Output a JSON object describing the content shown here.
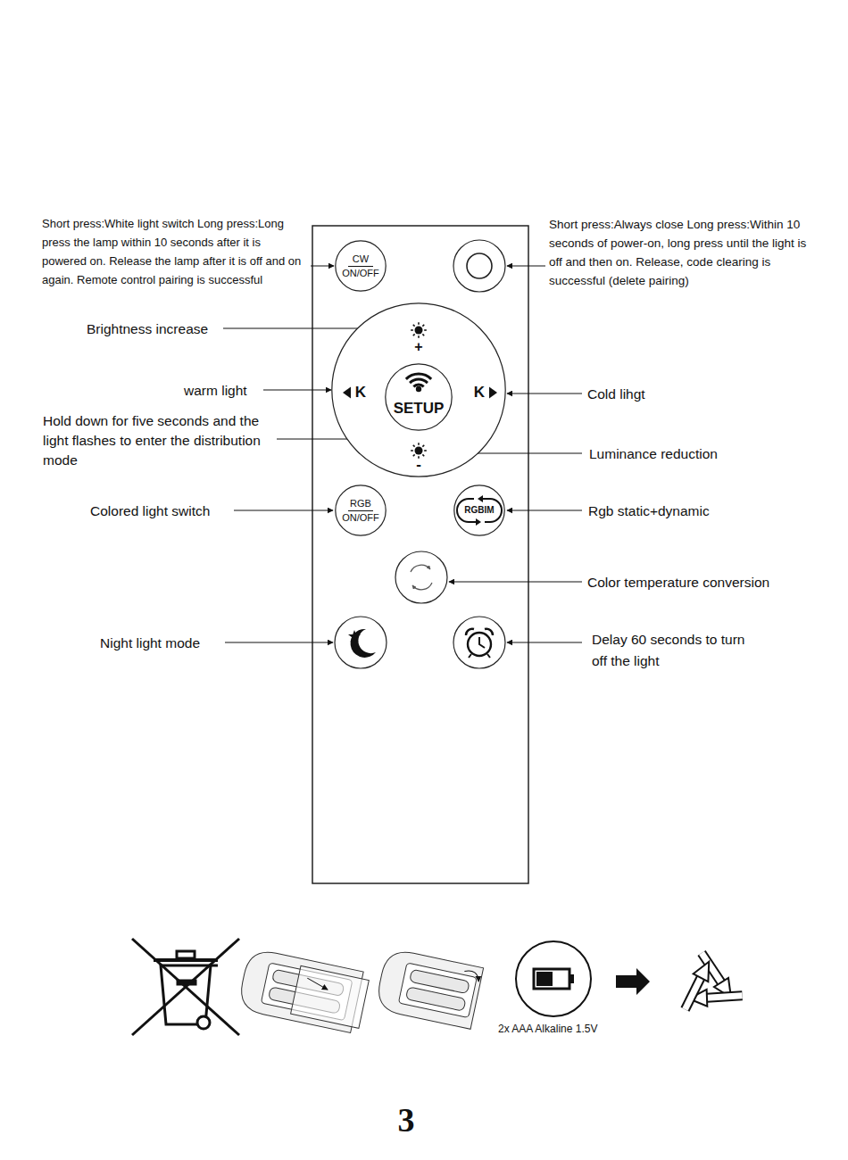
{
  "diagram": {
    "nodes": [
      {
        "text": [
          "CW",
          "ON/OFF"
        ]
      },
      {
        "text": [
          "+",
          "K",
          "K",
          "-"
        ]
      },
      {
        "text": [
          "SETUP"
        ],
        "in": 1
      },
      {
        "text": [
          "RGB",
          "ON/OFF"
        ]
      },
      {
        "text": [
          "RGBIM"
        ]
      }
    ],
    "labels": [
      "Short press:White light switch Long press:Long press the lamp within 10 seconds after it is powered on. Release the lamp after it is off and on again. Remote control pairing is successful",
      "Short press:Always close Long press:Within 10 seconds of power-on, long press until the light is off and then on. Release, code clearing is successful (delete pairing)",
      "Brightness increase",
      "warm light",
      "Hold down for five seconds and the light flashes to enter the distribution mode",
      "Cold lihgt",
      "Luminance reduction",
      "Colored light switch",
      "Rgb static+dynamic",
      "Color temperature conversion",
      "Night light mode",
      "Delay 60 seconds to turn off the light",
      "2x AAA Alkaline 1.5V",
      "3"
    ]
  }
}
